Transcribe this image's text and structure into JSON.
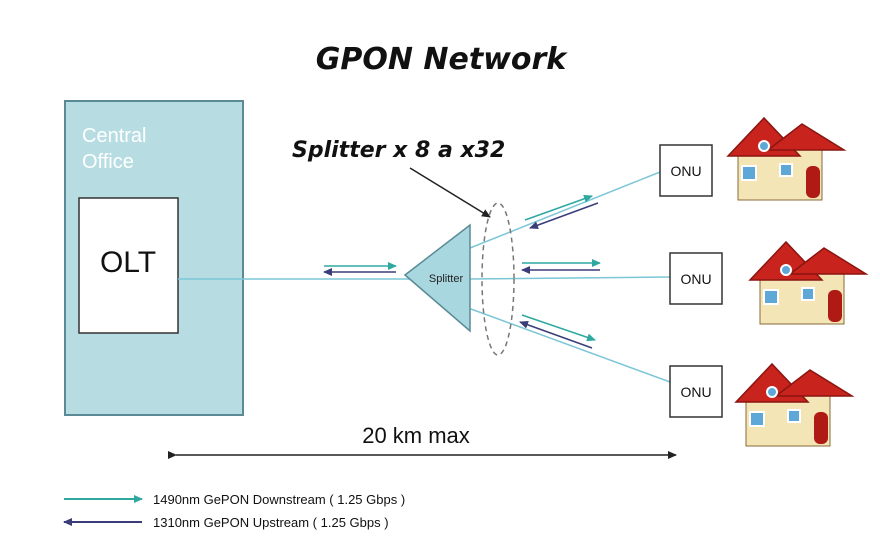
{
  "title": "GPON Network",
  "central_office": {
    "label_line1": "Central",
    "label_line2": "Office"
  },
  "olt": {
    "label": "OLT"
  },
  "splitter": {
    "label": "Splitter",
    "callout": "Splitter x 8 a x32"
  },
  "onus": [
    {
      "label": "ONU"
    },
    {
      "label": "ONU"
    },
    {
      "label": "ONU"
    }
  ],
  "distance": {
    "label": "20 km max"
  },
  "legend": {
    "items": [
      {
        "label": "1490nm GePON Downstream ( 1.25 Gbps )",
        "color": "#2fa8a0"
      },
      {
        "label": "1310nm GePON Upstream ( 1.25 Gbps )",
        "color": "#3b3d7a"
      }
    ]
  },
  "colors": {
    "office_fill": "#b7dde3",
    "office_stroke": "#5a8a95",
    "fiber": "#7cc6d6",
    "splitter_fill": "#a9d7df",
    "roof": "#c8231c",
    "wall": "#f3e5b5"
  }
}
